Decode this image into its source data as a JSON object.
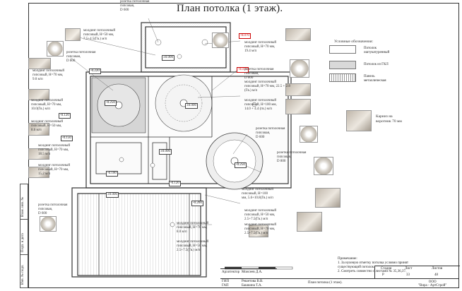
{
  "sheet": {
    "title": "План потолка (1 этаж).",
    "side_strip": [
      "Взам. инв. №",
      "Подп. и дата",
      "Инв. № подл."
    ]
  },
  "callouts": [
    {
      "text": "розетка потолочная\nгипсовая,\nD 600"
    },
    {
      "text": "молдинг потолочный\nгипсовый, H=50 мм,\n7.5+4.5(Гв.) м/п"
    },
    {
      "text": "розетка потолочная\nгипсовая,\nD 800"
    },
    {
      "text": "молдинг потолочный\nгипсовый, H=70 мм,\n9.0 м/п"
    },
    {
      "text": "молдинг потолочный\nгипсовый, H=70 мм,\n10.0(Гв.) м/п"
    },
    {
      "text": "молдинг потолочный\nгипсовый, H=50 мм,\n8.6 м/п"
    },
    {
      "text": "молдинг потолочный\nгипсовый, H=70 мм,\n18.5 м/п"
    },
    {
      "text": "молдинг потолочный\nгипсовый, H=70 мм,\n15.2 м/п"
    },
    {
      "text": "розетка потолочная\nгипсовая,\nD 600"
    },
    {
      "text": "молдинг потолочный\nгипсовый, H=70 мм,\n19.4 м/п"
    },
    {
      "text": "розетка потолочная\nгипсовая,\nD 800"
    },
    {
      "text": "молдинг потолочный\nгипсовый, H=70 мм, 22.5 + 2.8\n(Гв.) м/п"
    },
    {
      "text": "молдинг потолочный\nгипсовый, H=100 мм,\n14.0 + 4.4 (гв.) м/п"
    },
    {
      "text": "розетка потолочная\nгипсовая,\nD 600"
    },
    {
      "text": "розетка потолочная\nгипсовая,\nD 800"
    },
    {
      "text": "молдинг потолочный\nгипсовый, H=100\nмм, 5.6+10.8(Гв.) м/п"
    },
    {
      "text": "молдинг потолочный\nгипсовый, H=50 мм,\n2.5+7.5(Гв.) м/п"
    },
    {
      "text": "молдинг потолочный\nгипсовый, H=70 мм,\n8.0 м/п"
    },
    {
      "text": "молдинг потолочный\nгипсовый, H=70 мм,\n2.5+7.5(Гв.) м/п"
    },
    {
      "text": "молдинг потолочный\nгипсовый, H=50 мм,\n2.5+7.5(Гв.) м/п"
    }
  ],
  "cornice_note": "Карниз на\nворотник 70 мм",
  "legend": {
    "title": "Условные обозначения:",
    "items": [
      {
        "label": "Потолок\nоштукатуренный"
      },
      {
        "label": "Потолок из ГКЛ"
      },
      {
        "label": "Панель\nметаллическая"
      }
    ]
  },
  "notes": {
    "title": "Примечание:",
    "lines": [
      "1. За нулевую отметку потолка условно принят",
      "существующий потолок.",
      "2. Смотреть совместно с листами № 35,36,37."
    ]
  },
  "levels": [
    "-0.070",
    "-0.220",
    "-0.120",
    "-0.250",
    "-0.200",
    "±0.000",
    "-0.100",
    "-0.150"
  ],
  "stamp": {
    "roles": [
      "ГИП",
      "ГАП",
      "Архитектор"
    ],
    "names": [
      "Решетова В.В.",
      "Башкина Т.А.",
      "Моисеев Д.А."
    ],
    "headers": [
      "Стадия",
      "Лист",
      "Листов"
    ],
    "values": [
      "Р",
      "33",
      "48"
    ],
    "sheet_name": "План потолка (1 этаж).",
    "company": "ООО\n\"Вира - АртСтрой\""
  }
}
